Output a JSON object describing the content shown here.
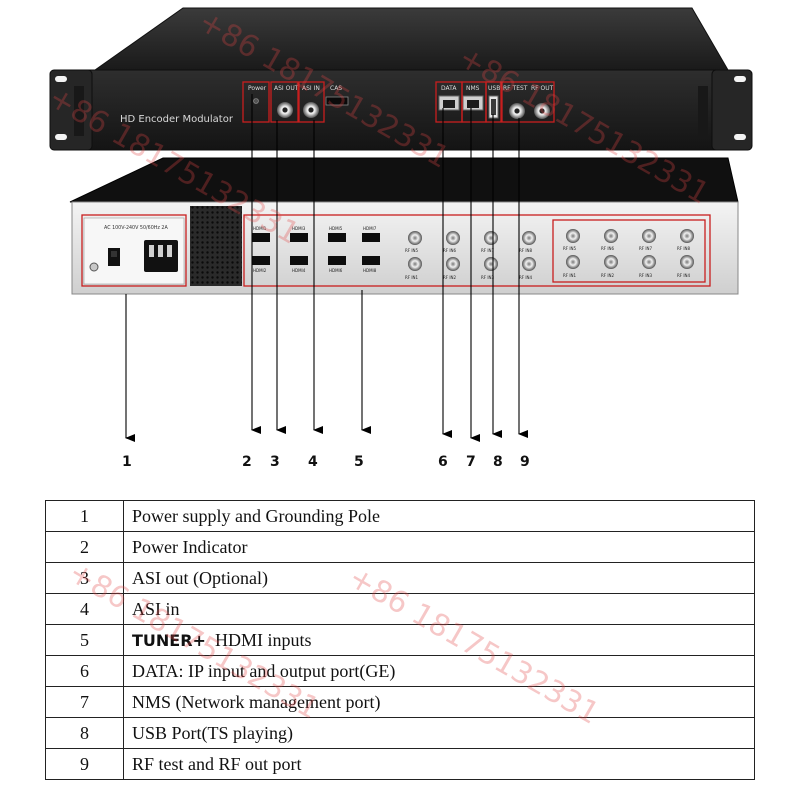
{
  "front_panel": {
    "model_label": "HD Encoder Modulator",
    "port_labels": {
      "power": "Power",
      "asi_out": "ASI OUT",
      "asi_in": "ASI IN",
      "cas": "CAS",
      "data": "DATA",
      "nms": "NMS",
      "usb": "USB",
      "rf_test": "RF TEST",
      "rf_out": "RF OUT"
    }
  },
  "rear_panel": {
    "power_spec": "AC 100V-240V 50/60Hz 2A",
    "hdmi_top": [
      "HDMI1",
      "HDMI3",
      "HDMI5",
      "HDMI7"
    ],
    "hdmi_bottom": [
      "HDMI2",
      "HDMI4",
      "HDMI6",
      "HDMI8"
    ],
    "rf_group1_top": [
      "RF IN5",
      "RF IN6",
      "RF IN7",
      "RF IN8"
    ],
    "rf_group1_bottom": [
      "RF IN1",
      "RF IN2",
      "RF IN3",
      "RF IN4"
    ],
    "rf_group2_top": [
      "RF IN5",
      "RF IN6",
      "RF IN7",
      "RF IN8"
    ],
    "rf_group2_bottom": [
      "RF IN1",
      "RF IN2",
      "RF IN3",
      "RF IN4"
    ]
  },
  "callouts": [
    "1",
    "2",
    "3",
    "4",
    "5",
    "6",
    "7",
    "8",
    "9"
  ],
  "legend": [
    {
      "num": "1",
      "desc": "Power supply and Grounding Pole"
    },
    {
      "num": "2",
      "desc": "Power Indicator"
    },
    {
      "num": "3",
      "desc": "ASI out (Optional)"
    },
    {
      "num": "4",
      "desc": "ASI in"
    },
    {
      "num": "5",
      "prefix": "TUNER+",
      "desc": "HDMI inputs"
    },
    {
      "num": "6",
      "desc": "DATA: IP input and output port(GE)"
    },
    {
      "num": "7",
      "desc": "NMS (Network management port)"
    },
    {
      "num": "8",
      "desc": "USB Port(TS playing)"
    },
    {
      "num": "9",
      "desc": "RF test and RF out port"
    }
  ],
  "watermark": {
    "text": "+86 18175132331",
    "color": "#e14646"
  }
}
